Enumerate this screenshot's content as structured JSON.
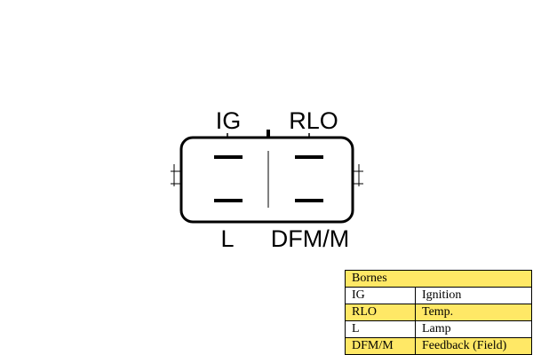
{
  "connector": {
    "pin_labels": {
      "top_left": "IG",
      "top_right": "RLO",
      "bottom_left": "L",
      "bottom_right": "DFM/M"
    }
  },
  "legend": {
    "header": "Bornes",
    "rows": [
      {
        "code": "IG",
        "description": "Ignition"
      },
      {
        "code": "RLO",
        "description": "Temp."
      },
      {
        "code": "L",
        "description": "Lamp"
      },
      {
        "code": "DFM/M",
        "description": "Feedback (Field)"
      }
    ],
    "colors": {
      "highlight": "#ffe866",
      "plain": "#ffffff"
    }
  }
}
